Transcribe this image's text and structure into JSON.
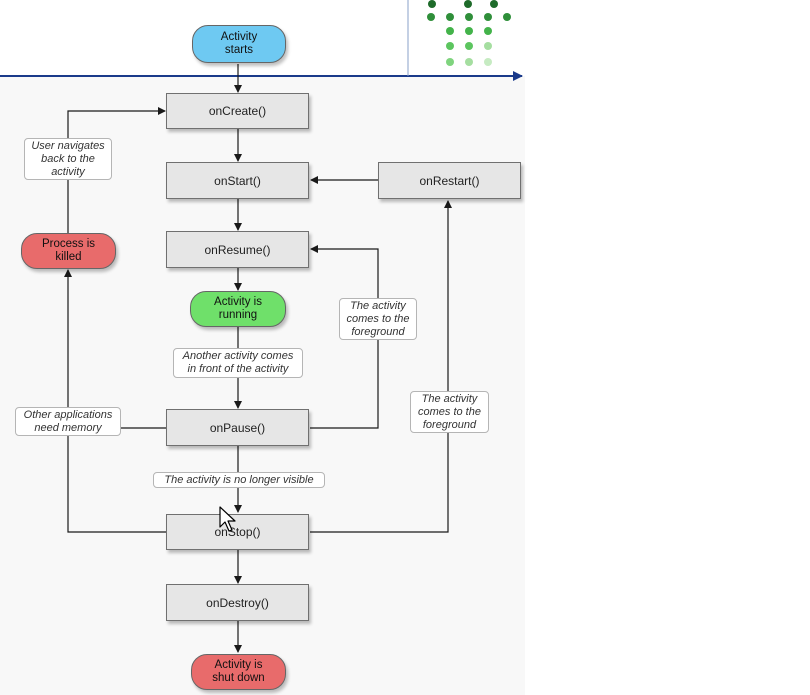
{
  "nodes": {
    "activity_starts": "Activity\nstarts",
    "on_create": "onCreate()",
    "on_start": "onStart()",
    "on_restart": "onRestart()",
    "on_resume": "onResume()",
    "activity_running": "Activity is\nrunning",
    "on_pause": "onPause()",
    "on_stop": "onStop()",
    "on_destroy": "onDestroy()",
    "activity_shut_down": "Activity is\nshut down",
    "process_killed": "Process is\nkilled"
  },
  "notes": {
    "user_navigates_back": "User navigates\nback to the\nactivity",
    "other_apps_need_memory": "Other applications\nneed memory",
    "another_activity_front": "Another activity comes\nin front of the activity",
    "no_longer_visible": "The activity is no longer visible",
    "comes_to_foreground_1": "The activity\ncomes to the\nforeground",
    "comes_to_foreground_2": "The activity\ncomes to the\nforeground"
  },
  "colors": {
    "start_blue": "#6ec9f2",
    "running_green": "#6fe06a",
    "stop_red": "#e86b6b",
    "box_gray": "#e6e6e6",
    "axis_blue": "#1a3a8a",
    "logo_dark": "#1e6b2a",
    "logo_mid": "#43b34a",
    "logo_light": "#a5dea0"
  },
  "icons": [
    "mouse-cursor-icon",
    "dot-grid-logo-icon"
  ]
}
